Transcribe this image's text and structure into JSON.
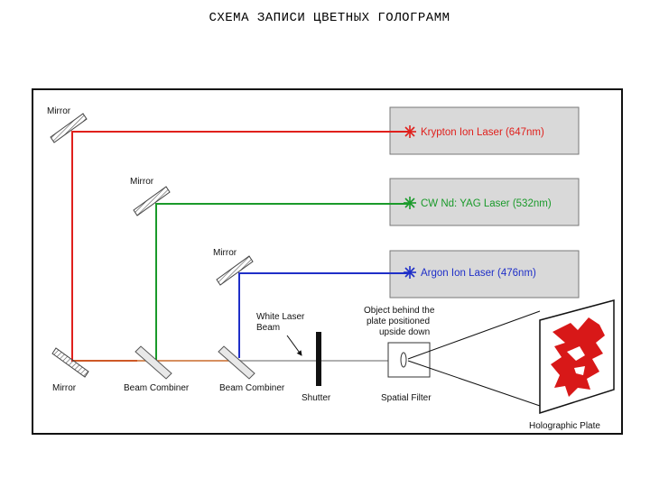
{
  "title": "СХЕМА ЗАПИСИ ЦВЕТНЫХ ГОЛОГРАММ",
  "lasers": [
    {
      "label": "Krypton Ion Laser (647nm)",
      "color": "#e0201c"
    },
    {
      "label": "CW Nd: YAG Laser (532nm)",
      "color": "#1a9a2a"
    },
    {
      "label": "Argon Ion Laser (476nm)",
      "color": "#1f2fc8"
    }
  ],
  "mirrors": {
    "top": "Mirror",
    "middle": "Mirror",
    "lower": "Mirror",
    "bottom": "Mirror"
  },
  "combiners": {
    "first": "Beam Combiner",
    "second": "Beam Combiner"
  },
  "white_beam": {
    "line1": "White Laser",
    "line2": "Beam"
  },
  "shutter": "Shutter",
  "object": {
    "line1": "Object behind the",
    "line2": "plate positioned",
    "line3": "upside down"
  },
  "spatial_filter": "Spatial Filter",
  "plate": "Holographic Plate",
  "colors": {
    "laser_box": "#d9d9d9",
    "frame": "#111111",
    "white_beam": "#b0b0b0",
    "combined": "#c86a2a"
  }
}
